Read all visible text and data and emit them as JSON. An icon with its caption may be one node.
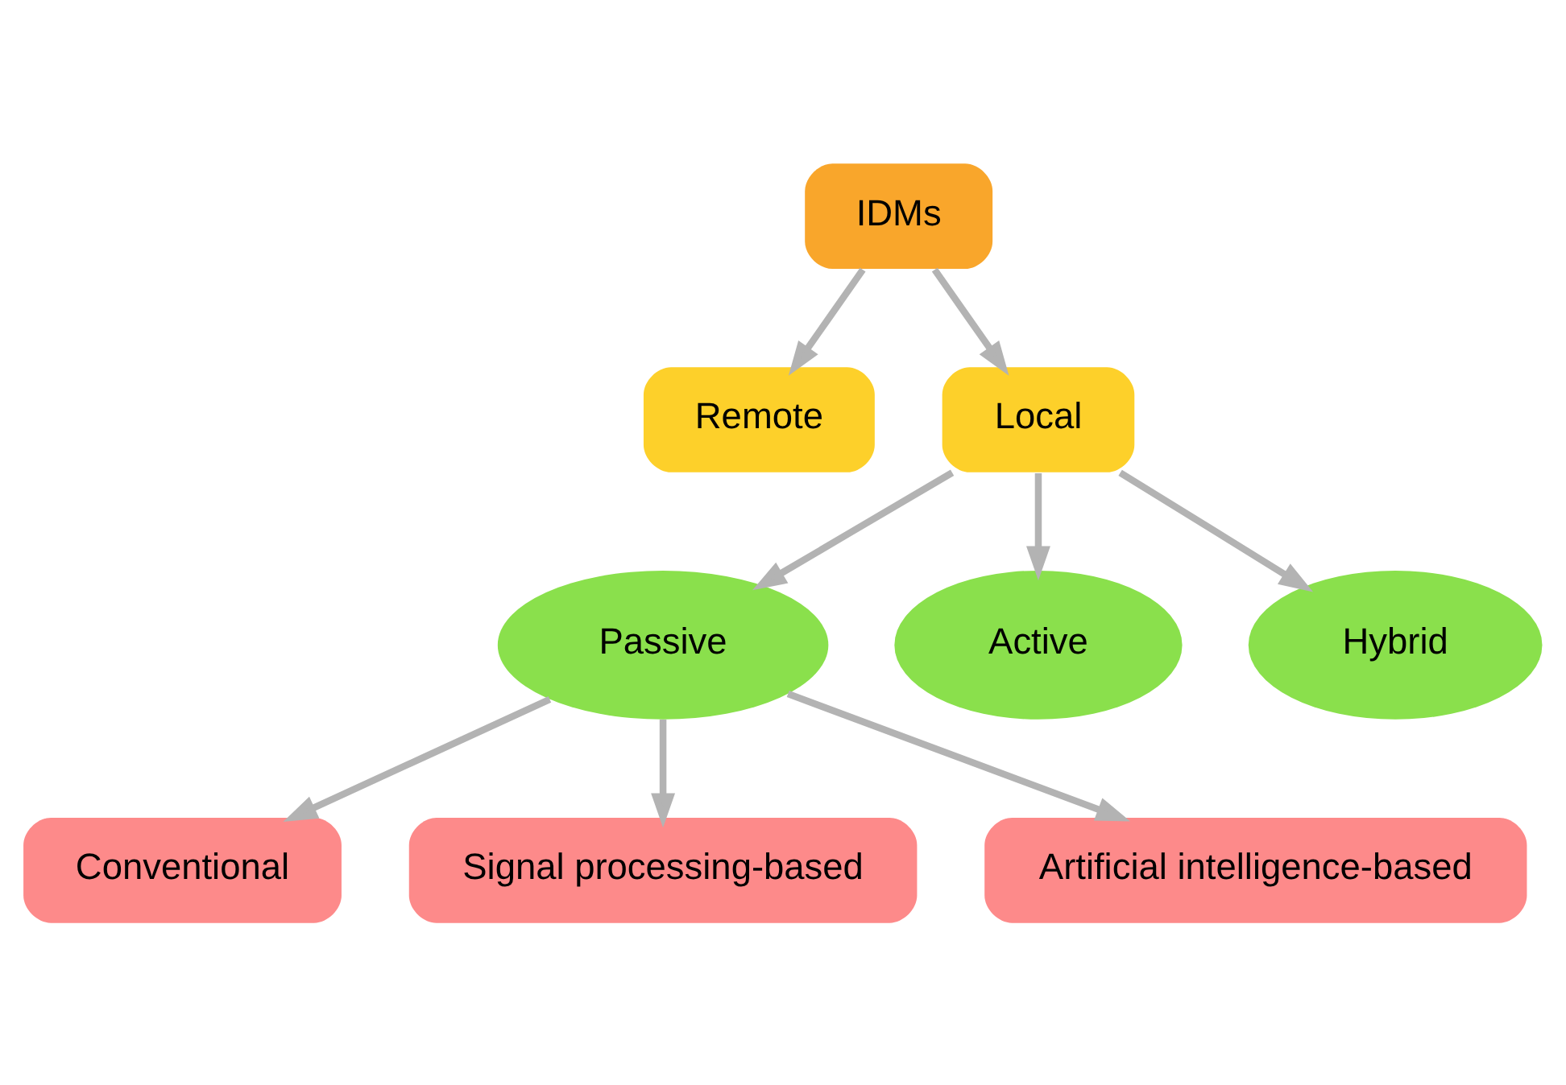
{
  "diagram": {
    "nodes": [
      {
        "text": [
          "IDMs"
        ]
      },
      {
        "text": [
          "Remote"
        ]
      },
      {
        "text": [
          "Local"
        ]
      },
      {
        "text": [
          "Passive"
        ]
      },
      {
        "text": [
          "Active"
        ]
      },
      {
        "text": [
          "Hybrid"
        ]
      },
      {
        "text": [
          "Conventional"
        ]
      },
      {
        "text": [
          "Signal processing-based"
        ]
      },
      {
        "text": [
          "Artificial intelligence-based"
        ]
      }
    ],
    "edges": [
      {
        "from": 0,
        "to": 1,
        "arrow": "to"
      },
      {
        "from": 0,
        "to": 2,
        "arrow": "to"
      },
      {
        "from": 2,
        "to": 3,
        "arrow": "to"
      },
      {
        "from": 2,
        "to": 4,
        "arrow": "to"
      },
      {
        "from": 2,
        "to": 5,
        "arrow": "to"
      },
      {
        "from": 3,
        "to": 6,
        "arrow": "to"
      },
      {
        "from": 3,
        "to": 7,
        "arrow": "to"
      },
      {
        "from": 3,
        "to": 8,
        "arrow": "to"
      }
    ]
  }
}
